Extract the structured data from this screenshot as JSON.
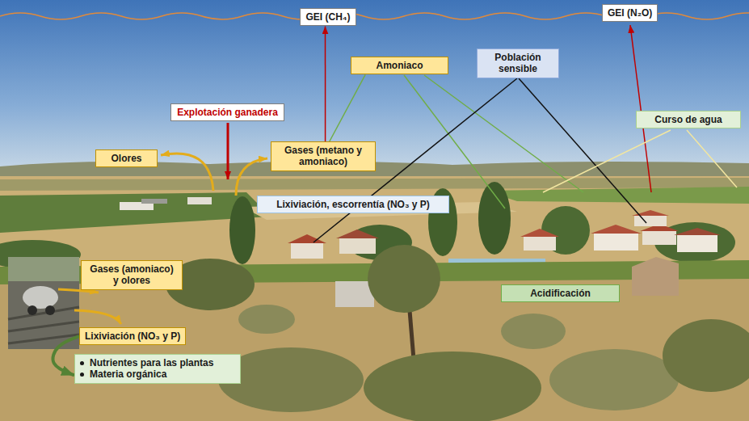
{
  "diagram": {
    "nodes": [
      {
        "text": [
          "GEI (CH₄)"
        ]
      },
      {
        "text": [
          "GEI (N₂O)"
        ]
      },
      {
        "text": [
          "Amoniaco"
        ]
      },
      {
        "text": [
          "Población sensible"
        ]
      },
      {
        "text": [
          "Curso de agua"
        ]
      },
      {
        "text": [
          "Explotación ganadera"
        ]
      },
      {
        "text": [
          "Olores"
        ]
      },
      {
        "text": [
          "Gases (metano y amoniaco)"
        ]
      },
      {
        "text": [
          "Lixiviación, escorrentía (NO₃ y P)"
        ]
      },
      {
        "text": [
          "Gases (amoniaco) y olores"
        ]
      },
      {
        "text": [
          "Acidificación"
        ]
      },
      {
        "text": [
          "Lixiviación (NO₃ y P)"
        ]
      },
      {
        "text": [
          "Nutrientes para las plantas",
          "Materia orgánica"
        ]
      }
    ],
    "edges": [
      {
        "from": 7,
        "to": 0,
        "arrow": "to"
      },
      {
        "from": 2,
        "to": 7,
        "arrow": "none"
      },
      {
        "from": 11,
        "to": 12,
        "arrow": "to"
      }
    ]
  }
}
